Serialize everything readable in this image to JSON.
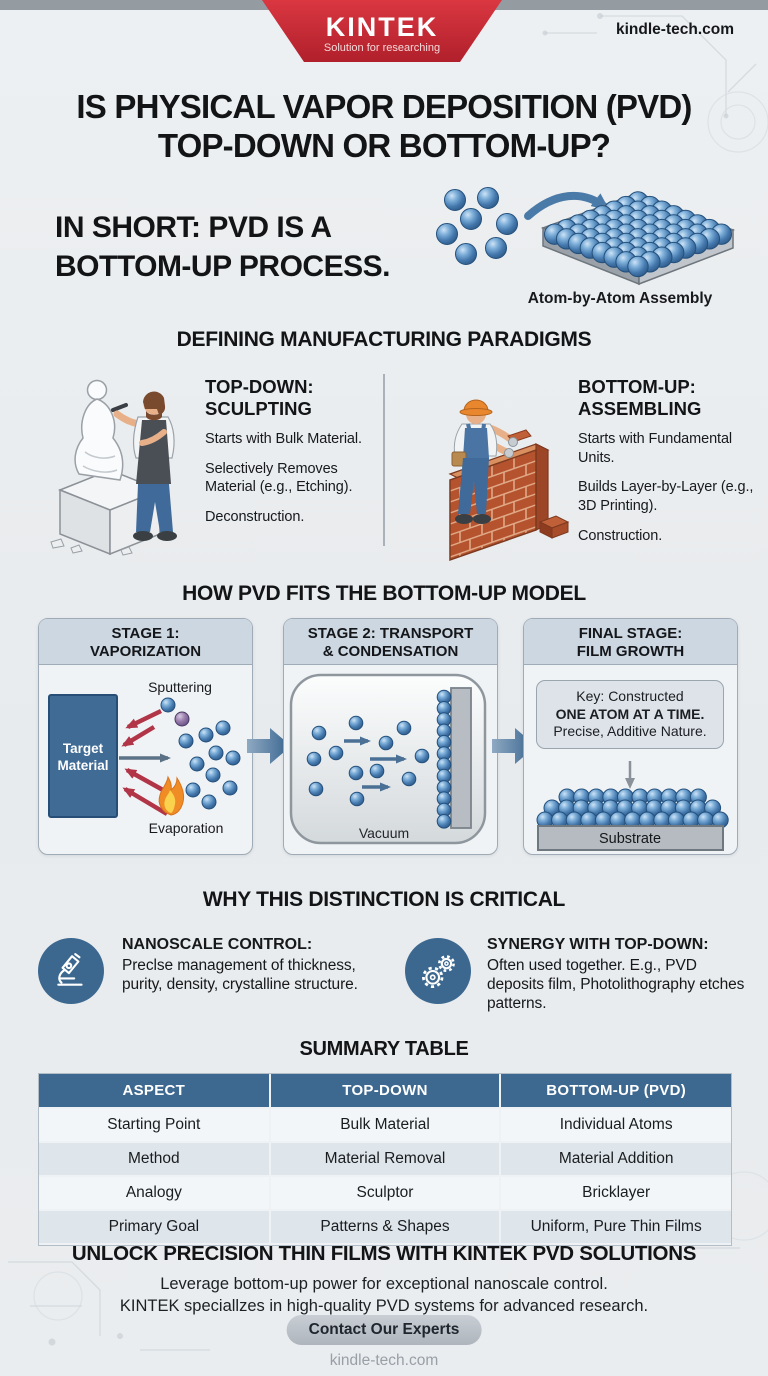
{
  "header": {
    "brand": "KINTEK",
    "tagline": "Solution for researching",
    "website": "kindle-tech.com"
  },
  "title": {
    "line1": "IS PHYSICAL VAPOR DEPOSITION (PVD)",
    "line2": "TOP-DOWN OR BOTTOM-UP?"
  },
  "answer": {
    "line1": "IN SHORT: PVD IS A",
    "line2": "BOTTOM-UP PROCESS.",
    "diagram_caption": "Atom-by-Atom Assembly"
  },
  "paradigms": {
    "heading": "DEFINING MANUFACTURING PARADIGMS",
    "top_down": {
      "title_line1": "TOP-DOWN:",
      "title_line2": "SCULPTING",
      "points": [
        "Starts with Bulk Material.",
        "Selectively Removes Material (e.g., Etching).",
        "Deconstruction."
      ]
    },
    "bottom_up": {
      "title_line1": "BOTTOM-UP:",
      "title_line2": "ASSEMBLING",
      "points": [
        "Starts with Fundamental Units.",
        "Builds Layer-by-Layer (e.g., 3D Printing).",
        "Construction."
      ]
    }
  },
  "process": {
    "heading": "HOW PVD FITS THE BOTTOM-UP MODEL",
    "stages": [
      {
        "title_line1": "STAGE 1:",
        "title_line2": "VAPORIZATION",
        "target_line1": "Target",
        "target_line2": "Material",
        "sputtering": "Sputtering",
        "evaporation": "Evaporation"
      },
      {
        "title_line1": "STAGE 2: TRANSPORT",
        "title_line2": "& CONDENSATION",
        "vacuum": "Vacuum"
      },
      {
        "title_line1": "FINAL STAGE:",
        "title_line2": "FILM GROWTH",
        "key_line1": "Key: Constructed",
        "key_line2": "ONE ATOM AT A TIME.",
        "key_line3": "Precise, Additive Nature.",
        "substrate": "Substrate"
      }
    ]
  },
  "critical": {
    "heading": "WHY THIS DISTINCTION IS CRITICAL",
    "items": [
      {
        "icon": "microscope-icon",
        "title": "NANOSCALE CONTROL:",
        "text": "Preclse management of thickness, purity, density, crystalline structure."
      },
      {
        "icon": "gears-icon",
        "title": "SYNERGY WITH TOP-DOWN:",
        "text": "Often used together. E.g., PVD deposits film, Photolithography etches patterns."
      }
    ]
  },
  "summary_table": {
    "heading": "SUMMARY TABLE",
    "columns": [
      "ASPECT",
      "TOP-DOWN",
      "BOTTOM-UP (PVD)"
    ],
    "rows": [
      [
        "Starting Point",
        "Bulk Material",
        "Individual Atoms"
      ],
      [
        "Method",
        "Material Removal",
        "Material Addition"
      ],
      [
        "Analogy",
        "Sculptor",
        "Bricklayer"
      ],
      [
        "Primary Goal",
        "Patterns & Shapes",
        "Uniform, Pure Thin Films"
      ]
    ]
  },
  "cta": {
    "heading": "UNLOCK PRECISION THIN FILMS WITH KINTEK PVD SOLUTIONS",
    "line1": "Leverage bottom-up power for exceptional nanoscale control.",
    "line2": "KINTEK speciallzes in high-quality PVD systems for advanced research.",
    "button": "Contact Our Experts",
    "footer": "kindle-tech.com"
  },
  "colors": {
    "brand_red": "#c2252f",
    "steel_blue": "#3c688f",
    "atom_blue": "#4478ad",
    "table_header": "#3d6890"
  }
}
